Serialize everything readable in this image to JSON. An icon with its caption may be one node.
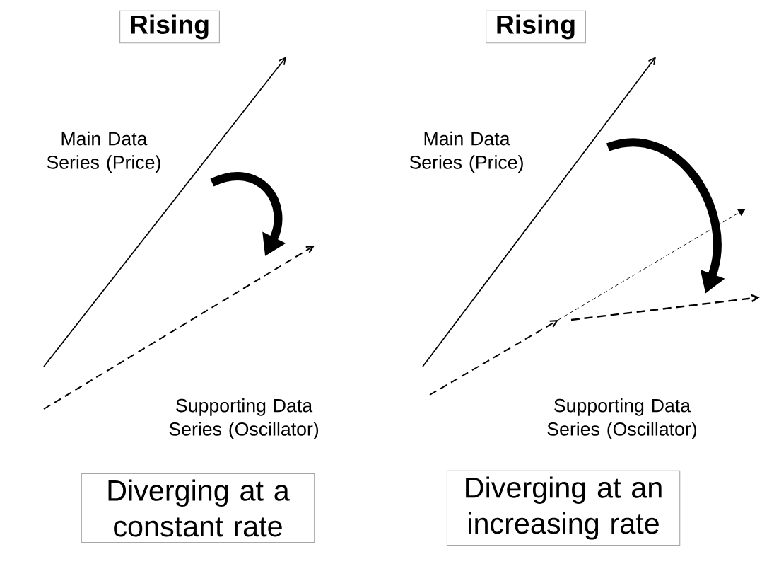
{
  "diagram": {
    "nodes": [
      {
        "text": [
          "Rising"
        ]
      },
      {
        "text": [
          "Rising"
        ]
      },
      {
        "text": [
          "Diverging at a constant rate"
        ]
      },
      {
        "text": [
          "Diverging at an increasing rate"
        ]
      }
    ],
    "labels": [
      "Main Data Series (Price)",
      "Main Data Series (Price)",
      "Supporting Data Series (Oscillator)",
      "Supporting Data Series (Oscillator)"
    ]
  }
}
